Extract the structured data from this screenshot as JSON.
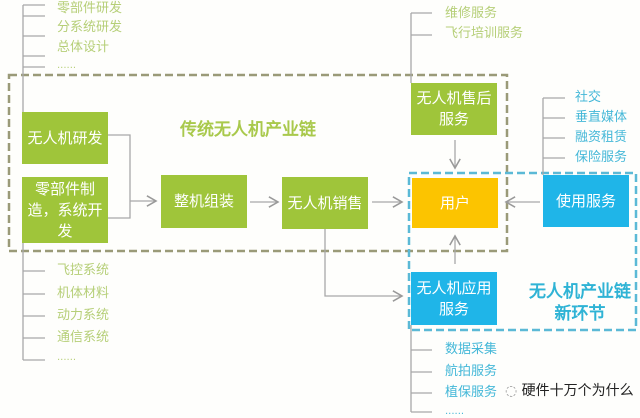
{
  "traditional_chain": {
    "title": "传统无人机产业链",
    "rd_box": "无人机研发",
    "parts_box": "零部件制造，系统开发",
    "assembly_box": "整机组装",
    "sales_box": "无人机销售",
    "aftersales_box": "无人机售后服务",
    "rd_items": [
      "零部件研发",
      "分系统研发",
      "总体设计",
      "......"
    ],
    "parts_items": [
      "飞控系统",
      "机体材料",
      "动力系统",
      "通信系统",
      "......"
    ],
    "aftersales_items": [
      "维修服务",
      "飞行培训服务"
    ]
  },
  "user_box": "用户",
  "new_chain": {
    "title": "无人机产业链新环节",
    "usage_box": "使用服务",
    "application_box": "无人机应用服务",
    "usage_items": [
      "社交",
      "垂直媒体",
      "融资租赁",
      "保险服务"
    ],
    "application_items": [
      "数据采集",
      "航拍服务",
      "植保服务",
      "......"
    ]
  },
  "watermark": "硬件十万个为什么",
  "colors": {
    "green": "#9fc53a",
    "orange": "#fcc400",
    "blue": "#1fb5e8"
  }
}
